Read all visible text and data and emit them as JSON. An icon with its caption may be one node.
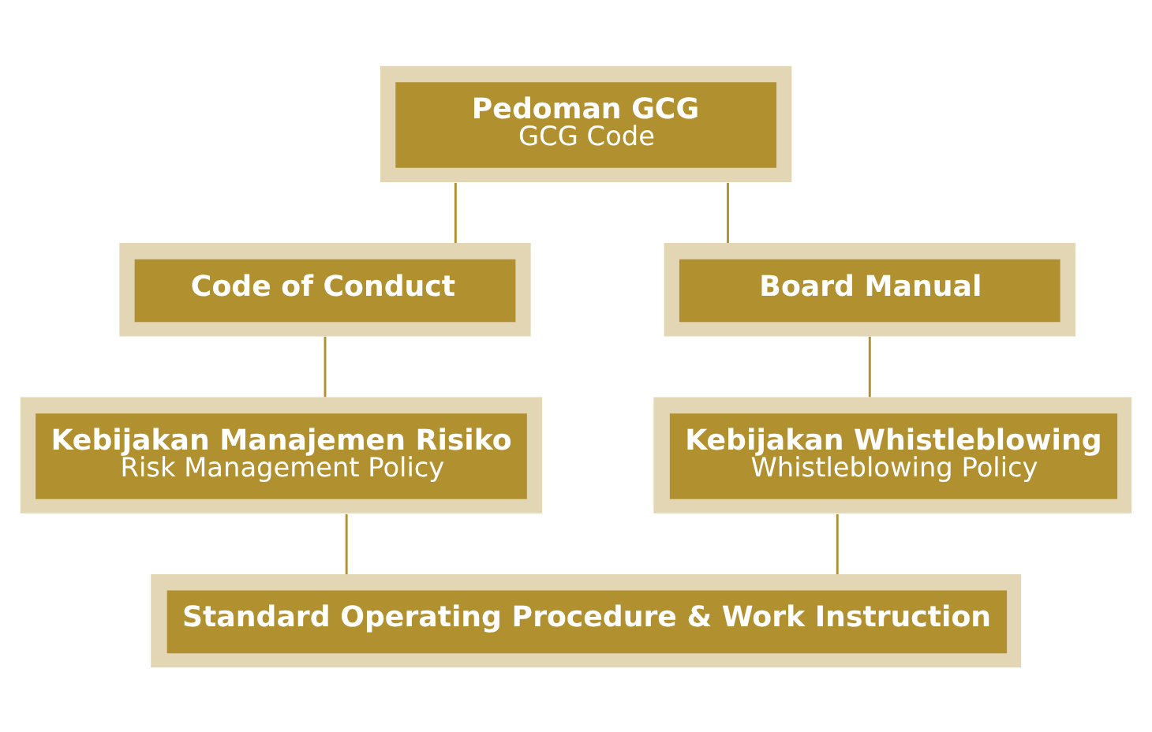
{
  "diagram": {
    "nodes": [
      {
        "text": [
          "Pedoman GCG",
          "GCG Code"
        ]
      },
      {
        "text": [
          "Code of Conduct"
        ]
      },
      {
        "text": [
          "Board Manual"
        ]
      },
      {
        "text": [
          "Kebijakan Manajemen Risiko",
          "Risk Management Policy"
        ]
      },
      {
        "text": [
          "Kebijakan Whistleblowing",
          "Whistleblowing Policy"
        ]
      },
      {
        "text": [
          "Standard Operating Procedure & Work Instruction"
        ]
      }
    ],
    "edges": [
      {
        "from": 0,
        "to": 1,
        "arrow": "none"
      },
      {
        "from": 0,
        "to": 2,
        "arrow": "none"
      },
      {
        "from": 1,
        "to": 3,
        "arrow": "none"
      },
      {
        "from": 2,
        "to": 4,
        "arrow": "none"
      },
      {
        "from": 3,
        "to": 5,
        "arrow": "none"
      },
      {
        "from": 4,
        "to": 5,
        "arrow": "none"
      }
    ]
  }
}
